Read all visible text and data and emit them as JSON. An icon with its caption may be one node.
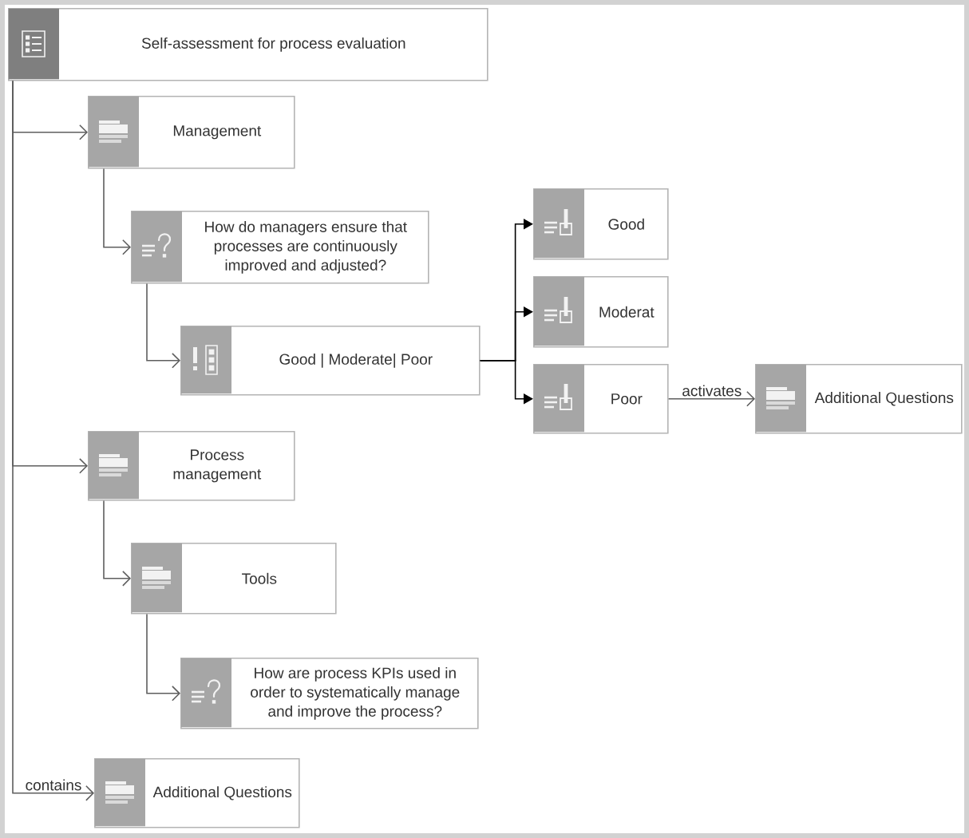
{
  "diagram": {
    "nodes": [
      {
        "text": [
          "Self-assessment for process evaluation"
        ]
      },
      {
        "text": [
          "Management"
        ]
      },
      {
        "text": [
          "How do managers ensure that processes are continuously improved and adjusted?"
        ]
      },
      {
        "text": [
          "Good | Moderate| Poor"
        ]
      },
      {
        "text": [
          "Good"
        ]
      },
      {
        "text": [
          "Moderat"
        ]
      },
      {
        "text": [
          "Poor"
        ]
      },
      {
        "text": [
          "Additional Questions"
        ]
      },
      {
        "text": [
          "Process management"
        ]
      },
      {
        "text": [
          "Tools"
        ]
      },
      {
        "text": [
          "How are process KPIs used in order to systematically manage and improve the process?"
        ]
      },
      {
        "text": [
          "Additional Questions"
        ]
      }
    ],
    "edges": [
      {
        "from": 0,
        "to": 1,
        "arrow": "to"
      },
      {
        "from": 1,
        "to": 2,
        "arrow": "to"
      },
      {
        "from": 2,
        "to": 3,
        "arrow": "to"
      },
      {
        "from": 3,
        "to": 4,
        "arrow": "to",
        "color": "#000000"
      },
      {
        "from": 3,
        "to": 5,
        "arrow": "to",
        "color": "#000000"
      },
      {
        "from": 3,
        "to": 6,
        "arrow": "to",
        "color": "#000000"
      },
      {
        "from": 6,
        "to": 7,
        "label": "activates",
        "arrow": "to"
      },
      {
        "from": 0,
        "to": 8,
        "arrow": "to"
      },
      {
        "from": 8,
        "to": 9,
        "arrow": "to"
      },
      {
        "from": 9,
        "to": 10,
        "arrow": "to"
      },
      {
        "from": 0,
        "to": 11,
        "label": "contains",
        "arrow": "to"
      }
    ]
  }
}
